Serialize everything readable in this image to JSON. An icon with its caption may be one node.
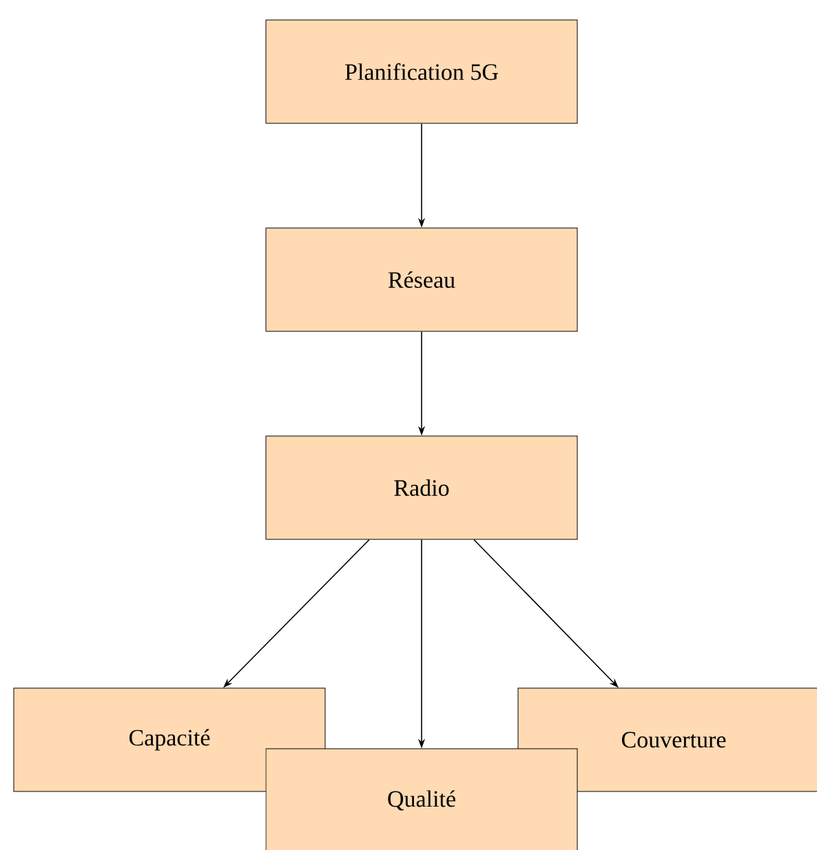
{
  "diagram": {
    "nodes": [
      {
        "text": [
          "Planification 5G"
        ]
      },
      {
        "text": [
          "Réseau"
        ]
      },
      {
        "text": [
          "Radio"
        ]
      },
      {
        "text": [
          "Capacité"
        ]
      },
      {
        "text": [
          "Couverture"
        ]
      },
      {
        "text": [
          "Qualité"
        ]
      }
    ],
    "edges": [
      {
        "from": 0,
        "to": 1,
        "arrow": "to"
      },
      {
        "from": 1,
        "to": 2,
        "arrow": "to"
      },
      {
        "from": 2,
        "to": 3,
        "arrow": "to"
      },
      {
        "from": 2,
        "to": 5,
        "arrow": "to"
      },
      {
        "from": 2,
        "to": 4,
        "arrow": "to"
      }
    ]
  }
}
